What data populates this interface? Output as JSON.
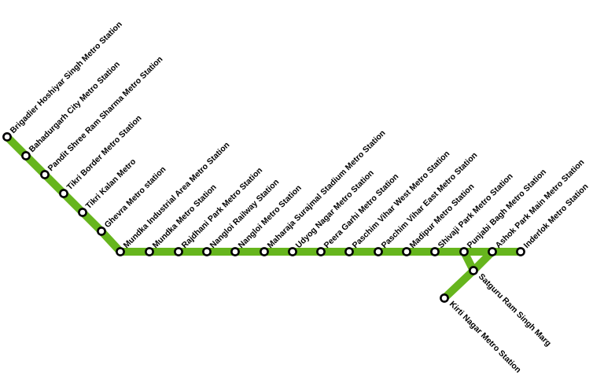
{
  "line": {
    "color": "#66b51d",
    "branches": [
      {
        "name": "main",
        "station_ids": [
          "s0",
          "s1",
          "s2",
          "s3",
          "s4",
          "s5",
          "s6",
          "s7",
          "s8",
          "s9",
          "s10",
          "s11",
          "s12",
          "s13",
          "s14",
          "s15",
          "s16",
          "s17",
          "s18",
          "s19",
          "s21",
          "s22"
        ]
      },
      {
        "name": "spur",
        "station_ids": [
          "s19",
          "s20",
          "s23"
        ]
      }
    ]
  },
  "stations": [
    {
      "id": "s0",
      "label": "Brigadier Hoshiyar Singh Metro Station"
    },
    {
      "id": "s1",
      "label": "Bahadurgarh City Metro Station"
    },
    {
      "id": "s2",
      "label": "Pandit Shree Ram Sharma Metro Station"
    },
    {
      "id": "s3",
      "label": "Tikri Border Metro Station"
    },
    {
      "id": "s4",
      "label": "Tikri Kalan Metro"
    },
    {
      "id": "s5",
      "label": "Ghevra Metro station"
    },
    {
      "id": "s6",
      "label": "Mundka Industrial Area Metro Station"
    },
    {
      "id": "s7",
      "label": "Mundka Metro Station"
    },
    {
      "id": "s8",
      "label": "Rajdhani Park Metro Station"
    },
    {
      "id": "s9",
      "label": "Nangloi Railway Station"
    },
    {
      "id": "s10",
      "label": "Nangloi Metro Station"
    },
    {
      "id": "s11",
      "label": "Maharaja Surajmal Stadium Metro Station"
    },
    {
      "id": "s12",
      "label": "Udyog Nagar Metro Station"
    },
    {
      "id": "s13",
      "label": "Peera Garhi Metro Station"
    },
    {
      "id": "s14",
      "label": "Paschim Vihar West Metro Station"
    },
    {
      "id": "s15",
      "label": "Paschim Vihar East Metro Station"
    },
    {
      "id": "s16",
      "label": "Madipur Metro Station"
    },
    {
      "id": "s17",
      "label": "Shivaji Park Metro Station"
    },
    {
      "id": "s18",
      "label": "Punjabi Bagh Metro Station"
    },
    {
      "id": "s19",
      "label": "Ashok Park Main Metro Station"
    },
    {
      "id": "s20",
      "label": "Satguru Ram Singh Marg"
    },
    {
      "id": "s21",
      "label": "Inderlok Metro Station"
    },
    {
      "id": "s22",
      "label": ""
    },
    {
      "id": "s23",
      "label": "Kirti Nagar Metro Station"
    }
  ]
}
